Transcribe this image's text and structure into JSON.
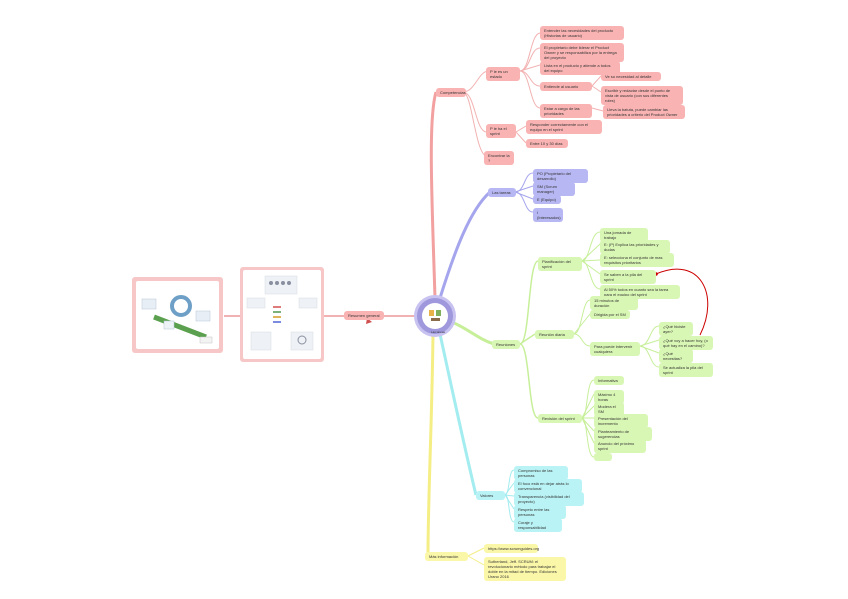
{
  "center": {
    "label": "Las tareas"
  },
  "root_topic": "Resumen general",
  "branches": {
    "competencias": {
      "title": "Competencias",
      "owner": "P le es un estado",
      "owner_items": [
        "Entender las necesidades del producto (Historias de usuario)",
        "El propietario debe liderar el Product Owner y se responsabiliza por la entrega del proyecto",
        "Lista en el producto y atiende a todos del equipo",
        "Entiende al usuario",
        "Estar a cargo de las prioridades"
      ],
      "entiende_sub": [
        "Ve su necesidad al detalle",
        "Escribir y redactar desde el punto de vista de usuario (con sus diferentes roles)"
      ],
      "prioridad_sub": "Lleva la batuta, puede cambiar las prioridades a criterio del Product Owner",
      "sprint_owner": "P le ha el sprint",
      "sprint_items": [
        "Responder correctamente con el equipo en el sprint",
        "Entre 10 y 30 días"
      ],
      "encontrar": "Encontrar la ?"
    },
    "tareas": {
      "title": "Las tareas",
      "items": [
        "PO (Propietario del desarrollo)",
        "SM (Scrum manager)",
        "E (Equipo)",
        "I (Interesados)"
      ]
    },
    "reuniones": {
      "title": "Reuniones",
      "planificacion": "Planificación del sprint",
      "planificacion_items": [
        "Una jornada de trabajo",
        "E: (P) Explica las prioridades y dudas",
        "E: selecciona el conjunto de mas requisitos prioritarios",
        "Se saben a la pila del sprint",
        "Al 50% todos en cuanto sea la tarea para el equipo del sprint"
      ],
      "diaria": "Reunión diaria",
      "diaria_items": [
        "15 minutos de duración",
        "Dirigida por el SM",
        "Para puede intervenir cualquiera"
      ],
      "preguntas": [
        "¿Qué hiciste ayer?",
        "¿Qué voy a hacer hoy, (o qué hay en el camino)?",
        "¿Qué necesitas?",
        "Se actualiza la pila del sprint"
      ],
      "revision": "Revisión del sprint",
      "revision_items": [
        "Informativa",
        "Máximo 4 horas",
        "Modera el SM",
        "Presentación del incremento",
        "Planteamiento de sugerencias",
        "Anuncio del próximo sprint",
        ""
      ]
    },
    "valores": {
      "title": "Valores",
      "items": [
        "Compromiso de las personas",
        "El foco está en dejar atrás lo convencional",
        "Transparencia (visibilidad del proyecto)",
        "Respeto entre las personas",
        "Coraje y responsabilidad"
      ]
    },
    "informacion": {
      "title": "Más información",
      "items": [
        "https://www.scrumguides.org",
        "Sutherland, Jeff. SCRUM: el revolucionario método para trabajar el doble en la mitad de tiempo. Ediciones Urano 2016"
      ]
    }
  },
  "colors": {
    "red": "#f9b3b3",
    "blue": "#b7b7f3",
    "green": "#d9f7b4",
    "cyan": "#b9f3f5",
    "yellow": "#fbf7a8",
    "center": "#9f98dc",
    "link_red": "#e06666",
    "link_blue": "#a5a5ee",
    "link_green": "#c7ef9a",
    "link_cyan": "#a3ecef",
    "link_yellow": "#f4ee85",
    "arrow": "#cc0000"
  },
  "icons": [
    "scrum-team-icon",
    "scrum-cycle-image",
    "scrum-process-diagram"
  ]
}
